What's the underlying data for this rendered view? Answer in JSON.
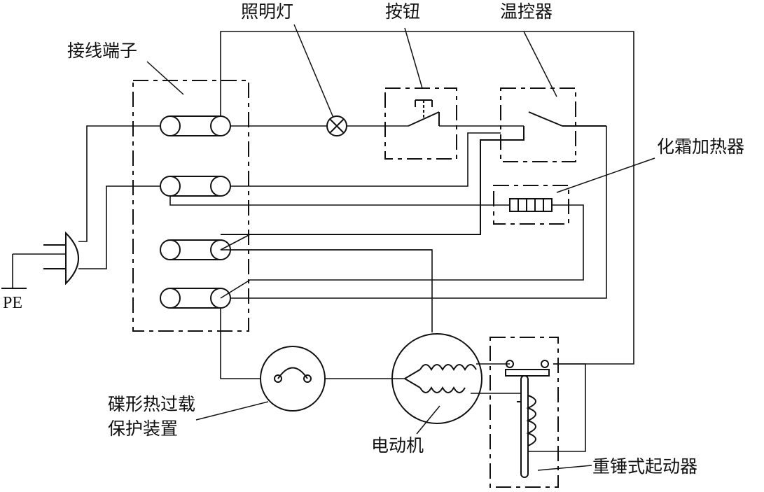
{
  "labels": {
    "lamp": "照明灯",
    "button": "按钮",
    "thermostat": "温控器",
    "terminal_block": "接线端子",
    "defrost_heater": "化霜加热器",
    "overload_line1": "碟形热过载",
    "overload_line2": "保护装置",
    "motor": "电动机",
    "starter": "重锤式起动器",
    "pe": "PE"
  }
}
